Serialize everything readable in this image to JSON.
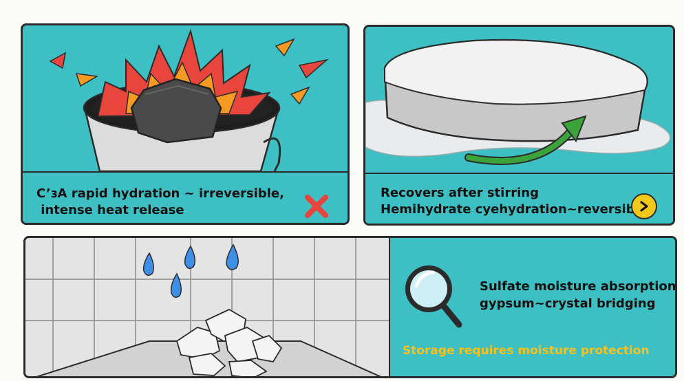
{
  "panels": {
    "hydration": {
      "caption": "C’ɜA rapid hydration ~ irreversible,\n intense heat release",
      "status_icon": "cross-icon",
      "status_color": "#e8453c"
    },
    "recovery": {
      "caption": "Recovers after stirring\nHemihydrate cyehydration~reversible",
      "button_icon": "chevron-right-icon",
      "button_color": "#f4c81a"
    },
    "moisture": {
      "caption": "Sulfate moisture absorption\ngypsum~crystal bridging",
      "note": "Storage requires moisture protection",
      "note_color": "#f7c21c",
      "icon": "magnifier-icon"
    }
  },
  "colors": {
    "panel_bg": "#3dbfc4",
    "flame_red": "#e8453c",
    "flame_orange": "#f59a23",
    "arrow_green": "#3aa43a",
    "water_blue": "#3f8fe6"
  }
}
